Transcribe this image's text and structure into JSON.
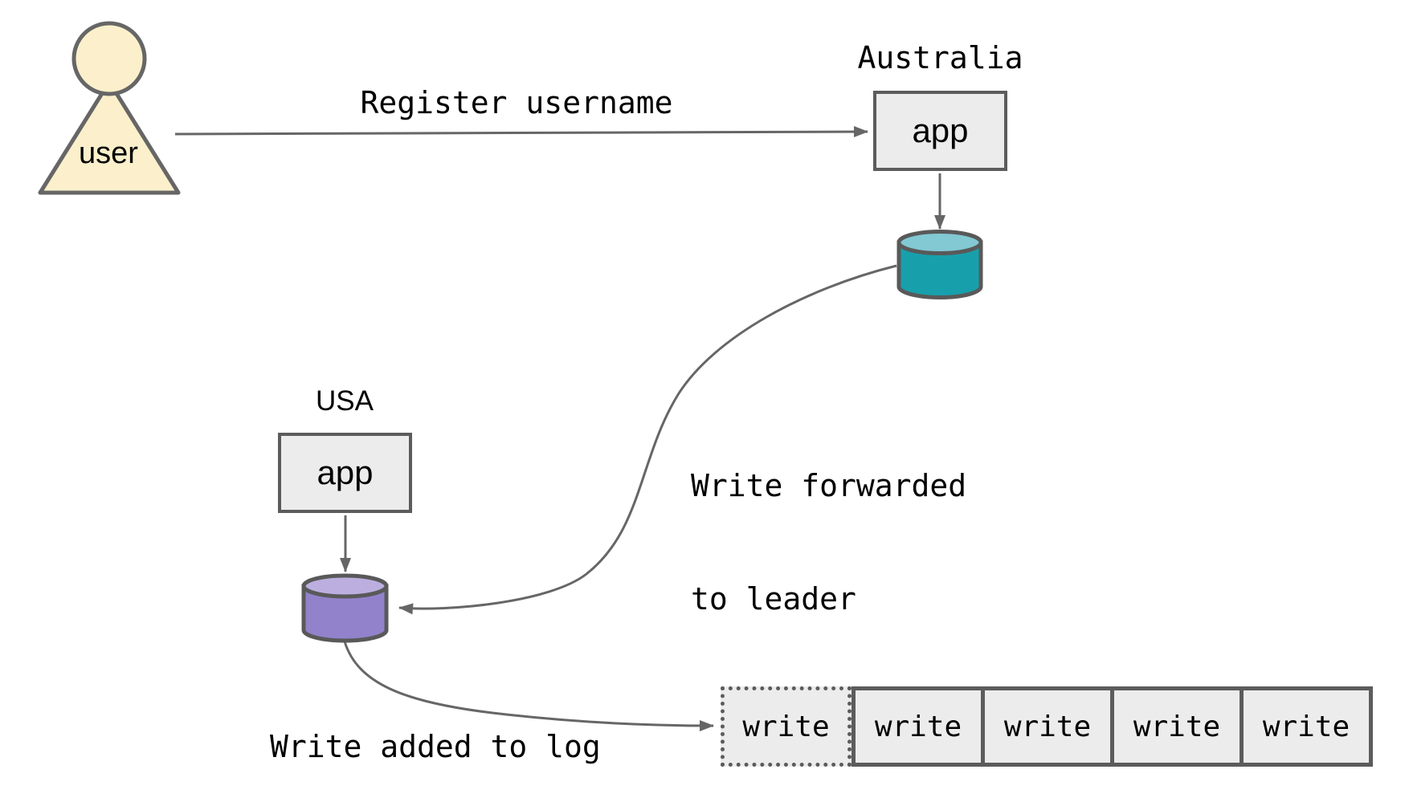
{
  "labels": {
    "user": "user",
    "register": "Register username",
    "australia": "Australia",
    "app_australia": "app",
    "usa": "USA",
    "app_usa": "app",
    "forward_line1": "Write forwarded",
    "forward_line2": "to leader",
    "add_to_log": "Write added to log"
  },
  "log": {
    "entries": [
      {
        "label": "write",
        "style": "dotted"
      },
      {
        "label": "write",
        "style": "solid"
      },
      {
        "label": "write",
        "style": "solid"
      },
      {
        "label": "write",
        "style": "solid"
      },
      {
        "label": "write",
        "style": "solid"
      }
    ]
  },
  "icons": {
    "user_person": "person-icon",
    "leader_db": "database-cylinder-icon",
    "follower_db": "database-cylinder-icon"
  },
  "colors": {
    "leader_db_body": "#17A0AC",
    "leader_db_top": "#82C9D3",
    "follower_db_body": "#9282CB",
    "follower_db_top": "#BCAFE0",
    "user_fill": "#FBF0CB",
    "node_fill": "#ECECEC",
    "shape_stroke": "#5C5C5C",
    "arrow_stroke": "#666666",
    "text": "#000000"
  }
}
